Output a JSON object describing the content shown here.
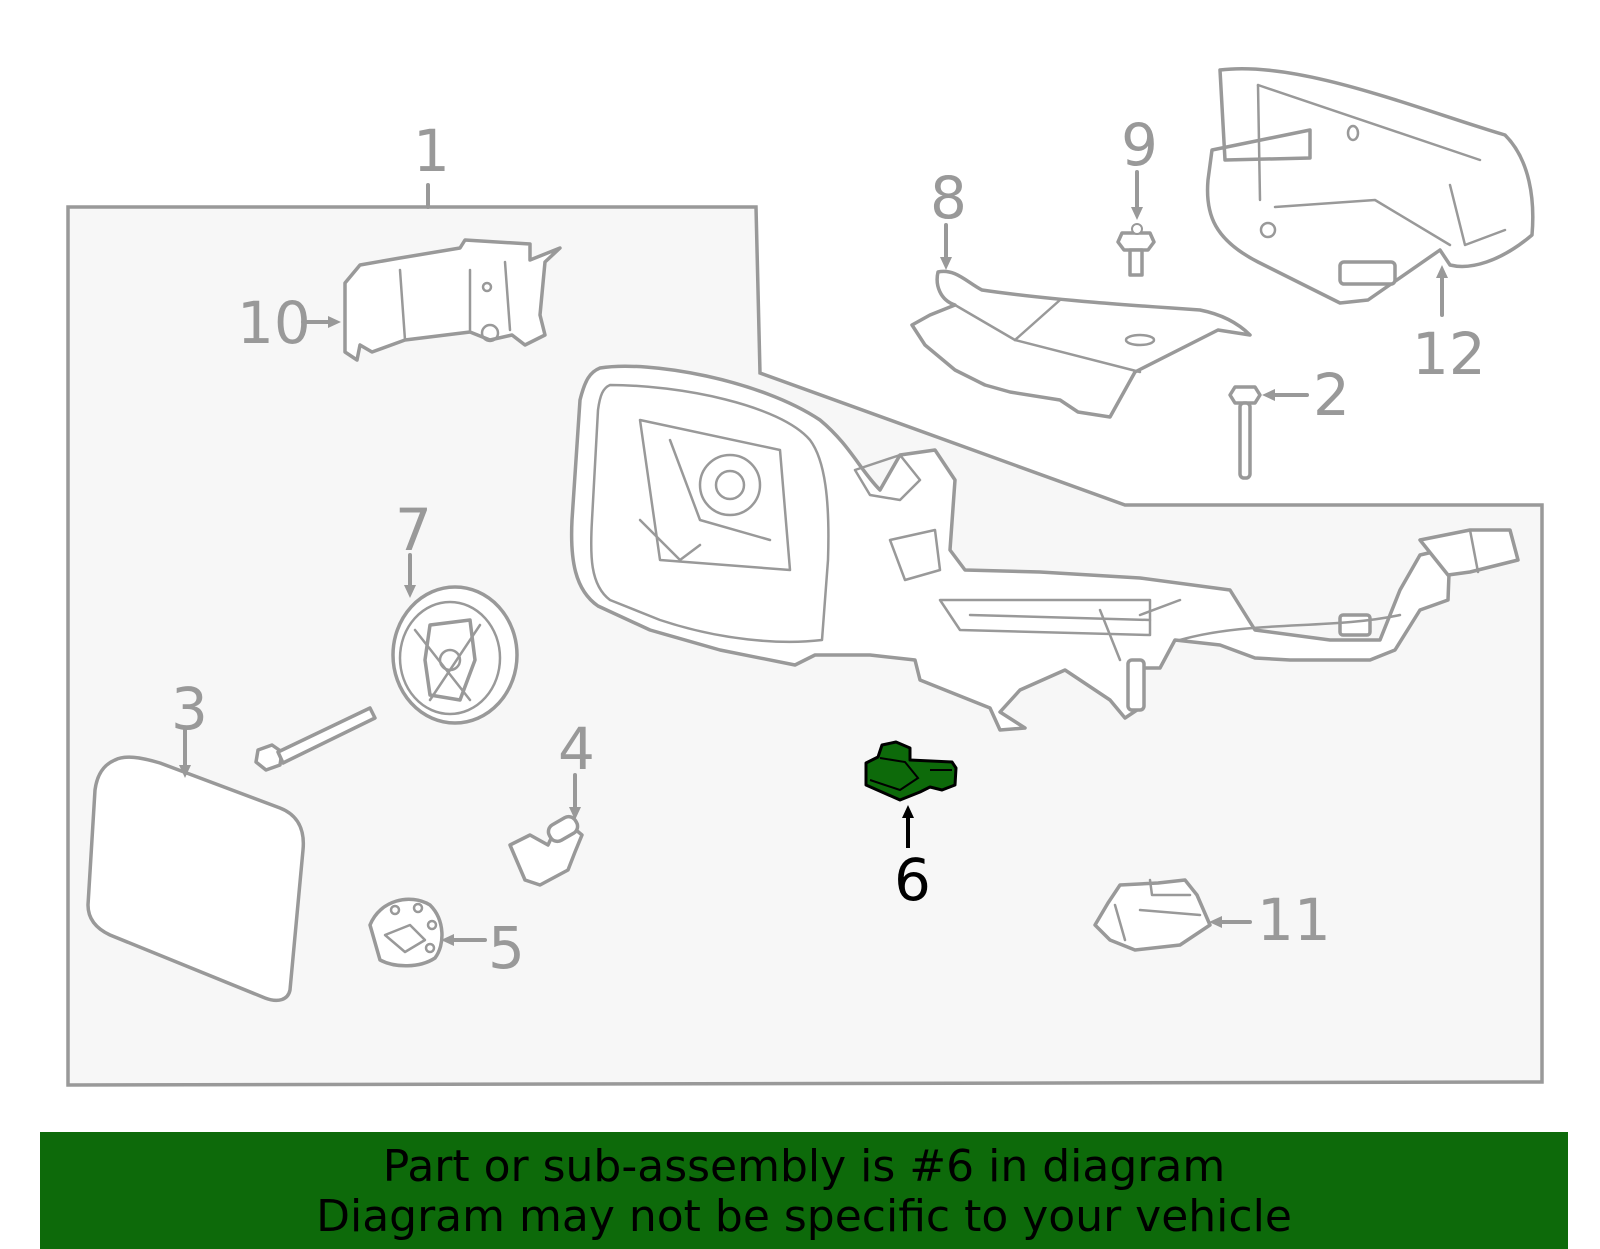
{
  "callouts": {
    "c1": "1",
    "c2": "2",
    "c3": "3",
    "c4": "4",
    "c5": "5",
    "c6": "6",
    "c7": "7",
    "c8": "8",
    "c9": "9",
    "c10": "10",
    "c11": "11",
    "c12": "12"
  },
  "highlighted_callout": "6",
  "colors": {
    "highlight": "#0d6a0a",
    "line": "#999999",
    "panel": "#f7f7f7"
  },
  "banner": {
    "line1": "Part or sub-assembly is #6 in diagram",
    "line2": "Diagram may not be specific to your vehicle"
  }
}
